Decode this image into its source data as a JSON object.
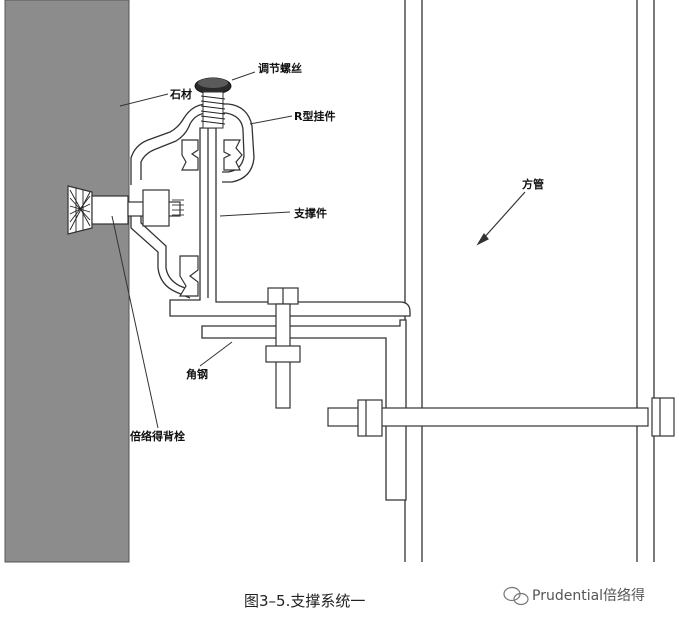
{
  "labels": {
    "stone": "石材",
    "adjust_screw": "调节螺丝",
    "r_hanger": "R型挂件",
    "support": "支撑件",
    "square_tube": "方管",
    "angle_steel": "角钢",
    "anchor": "倍络得背栓"
  },
  "caption": "图3–5.支撑系统一",
  "watermark": "Prudential倍络得",
  "colors": {
    "stone": "#8c8c8c",
    "line": "#333333"
  }
}
